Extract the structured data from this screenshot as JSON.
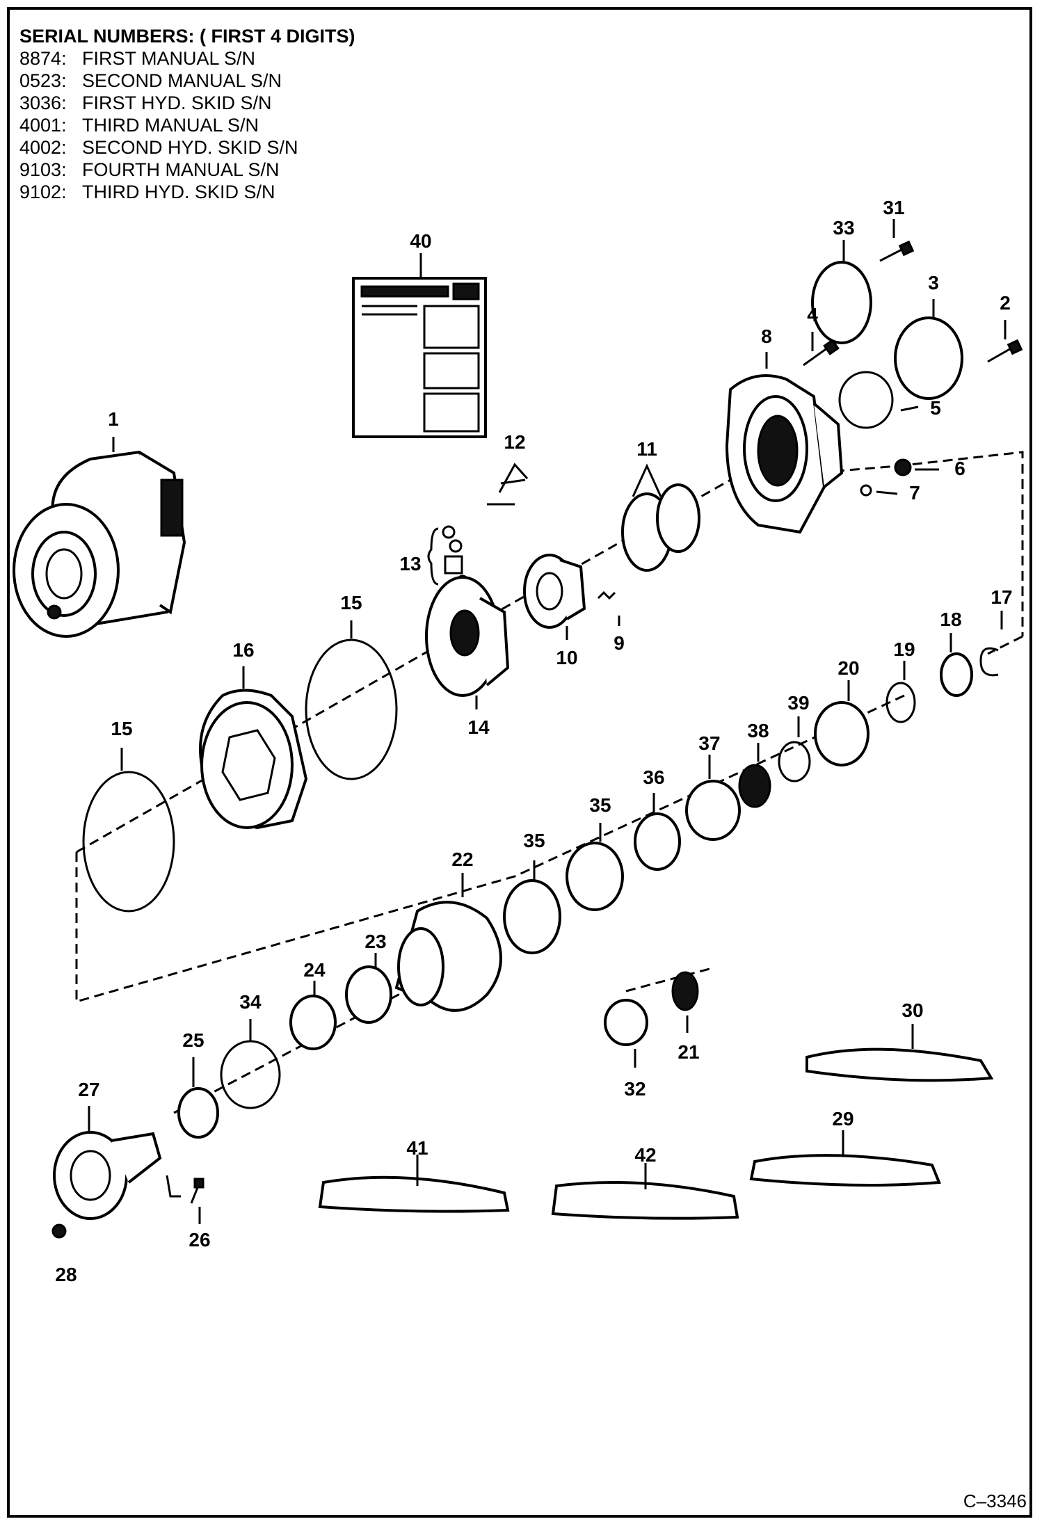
{
  "serials": {
    "header": "SERIAL NUMBERS: ( FIRST 4 DIGITS)",
    "rows": [
      {
        "code": "8874:",
        "desc": "FIRST MANUAL S/N"
      },
      {
        "code": "0523:",
        "desc": "SECOND MANUAL S/N"
      },
      {
        "code": "3036:",
        "desc": "FIRST HYD. SKID S/N"
      },
      {
        "code": "4001:",
        "desc": "THIRD MANUAL S/N"
      },
      {
        "code": "4002:",
        "desc": "SECOND HYD. SKID S/N"
      },
      {
        "code": "9103:",
        "desc": "FOURTH MANUAL S/N"
      },
      {
        "code": "9102:",
        "desc": "THIRD HYD. SKID S/N"
      }
    ]
  },
  "figure_code": "C–3346",
  "callouts": {
    "c1": "1",
    "c2": "2",
    "c3": "3",
    "c4": "4",
    "c5": "5",
    "c6": "6",
    "c7": "7",
    "c8": "8",
    "c9": "9",
    "c10": "10",
    "c11": "11",
    "c12": "12",
    "c13": "13",
    "c14": "14",
    "c15a": "15",
    "c15b": "15",
    "c16": "16",
    "c17": "17",
    "c18": "18",
    "c19": "19",
    "c20": "20",
    "c21": "21",
    "c22": "22",
    "c23": "23",
    "c24": "24",
    "c25": "25",
    "c26": "26",
    "c27": "27",
    "c28": "28",
    "c29": "29",
    "c30": "30",
    "c31": "31",
    "c32": "32",
    "c33": "33",
    "c34": "34",
    "c35a": "35",
    "c35b": "35",
    "c36": "36",
    "c37": "37",
    "c38": "38",
    "c39": "39",
    "c40": "40",
    "c41": "41",
    "c42": "42"
  }
}
